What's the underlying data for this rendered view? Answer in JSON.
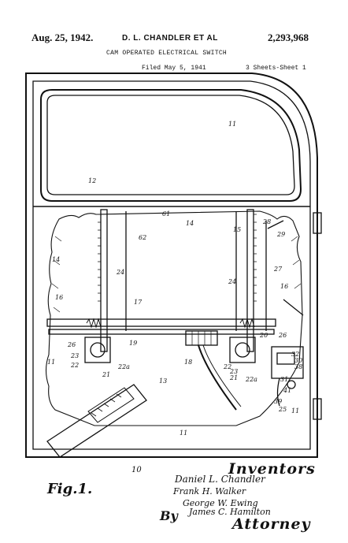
{
  "header": {
    "date": "Aug. 25, 1942.",
    "inventors": "D. L. CHANDLER ET AL",
    "patent_number": "2,293,968",
    "title": "CAM OPERATED ELECTRICAL SWITCH",
    "filed": "Filed May 5, 1941",
    "sheets": "3 Sheets-Sheet 1"
  },
  "drawing": {
    "figure_label": "Fig.1.",
    "figure_number_ref": "10",
    "reference_numerals": [
      "11",
      "12",
      "14",
      "15",
      "16",
      "17",
      "18",
      "19",
      "20",
      "21",
      "22",
      "22a",
      "23",
      "24",
      "25",
      "26",
      "27",
      "28",
      "29",
      "30",
      "31",
      "32",
      "38",
      "39",
      "41",
      "61",
      "62",
      "13"
    ]
  },
  "signatures": {
    "inventors_label": "Inventors",
    "names": [
      "Daniel L. Chandler",
      "Frank H. Walker",
      "George W. Ewing"
    ],
    "by_label": "By",
    "attorney_name": "James C. Hamilton",
    "attorney_label": "Attorney"
  }
}
